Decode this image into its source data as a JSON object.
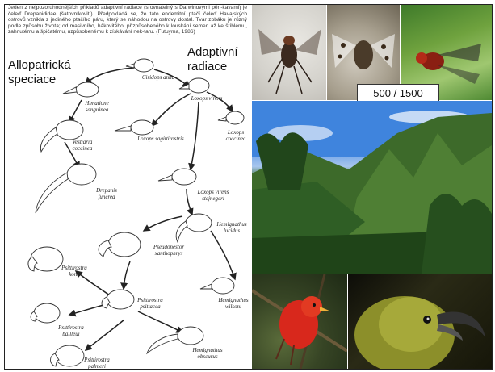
{
  "caption": "Jeden z nejpozoruhodnějších příkladů adaptivní radiace (srovnatelný s Darwinovými pěn-kavami) je čeleď Drepanididae (šatovníkovití). Předpokládá se, že tato endemitní ptačí čeleď Havajských ostrovů vznikla z jediného ptačího páru, který se náhodou na ostrovy dostal. Tvar zobáku je různý podle způsobu života; od masivního, hákovitého, přizpůsobeného k louskání semen až ke štíhlému, zahnutému a špičatému, uzpůsobenému k získávání nek-taru. (Futuyma, 1986)",
  "labels": {
    "allopatric": "Allopatrická speciace",
    "adaptive": "Adaptivní radiace",
    "scale": "500 / 1500"
  },
  "species": {
    "ciridops": "Ciridops anna",
    "himatione": "Himatione sanguinea",
    "loxops_virens": "Loxops virens",
    "vestiaria": "Vestiaria coccinea",
    "loxops_sagitt": "Loxops sagittirostris",
    "loxops_coccinea": "Loxops coccinea",
    "drepanis": "Drepanis funerea",
    "loxops_stejnegeri": "Loxops virens stejnegeri",
    "hemig_lucidus": "Hemignathus lucidus",
    "pseudonestor": "Pseudonestor xanthophrys",
    "psitt_kona": "Psittirostra kona",
    "psitt_psittacea": "Psittirostra psittacea",
    "hemig_wilsoni": "Hemignathus wilsoni",
    "psitt_bailleui": "Psittirostra bailleui",
    "hemig_obscurus": "Hemignathus obscurus",
    "psitt_palmeri": "Psittirostra palmeri"
  },
  "colors": {
    "ink": "#222222",
    "sky": "#3f84dd",
    "forest": "#2f5e25",
    "bird_red": "#d8281c"
  },
  "photos": [
    "fly-photo-1",
    "fly-photo-2",
    "fly-photo-3",
    "hawaii-landscape-photo",
    "red-honeycreeper-photo",
    "green-honeycreeper-photo"
  ]
}
